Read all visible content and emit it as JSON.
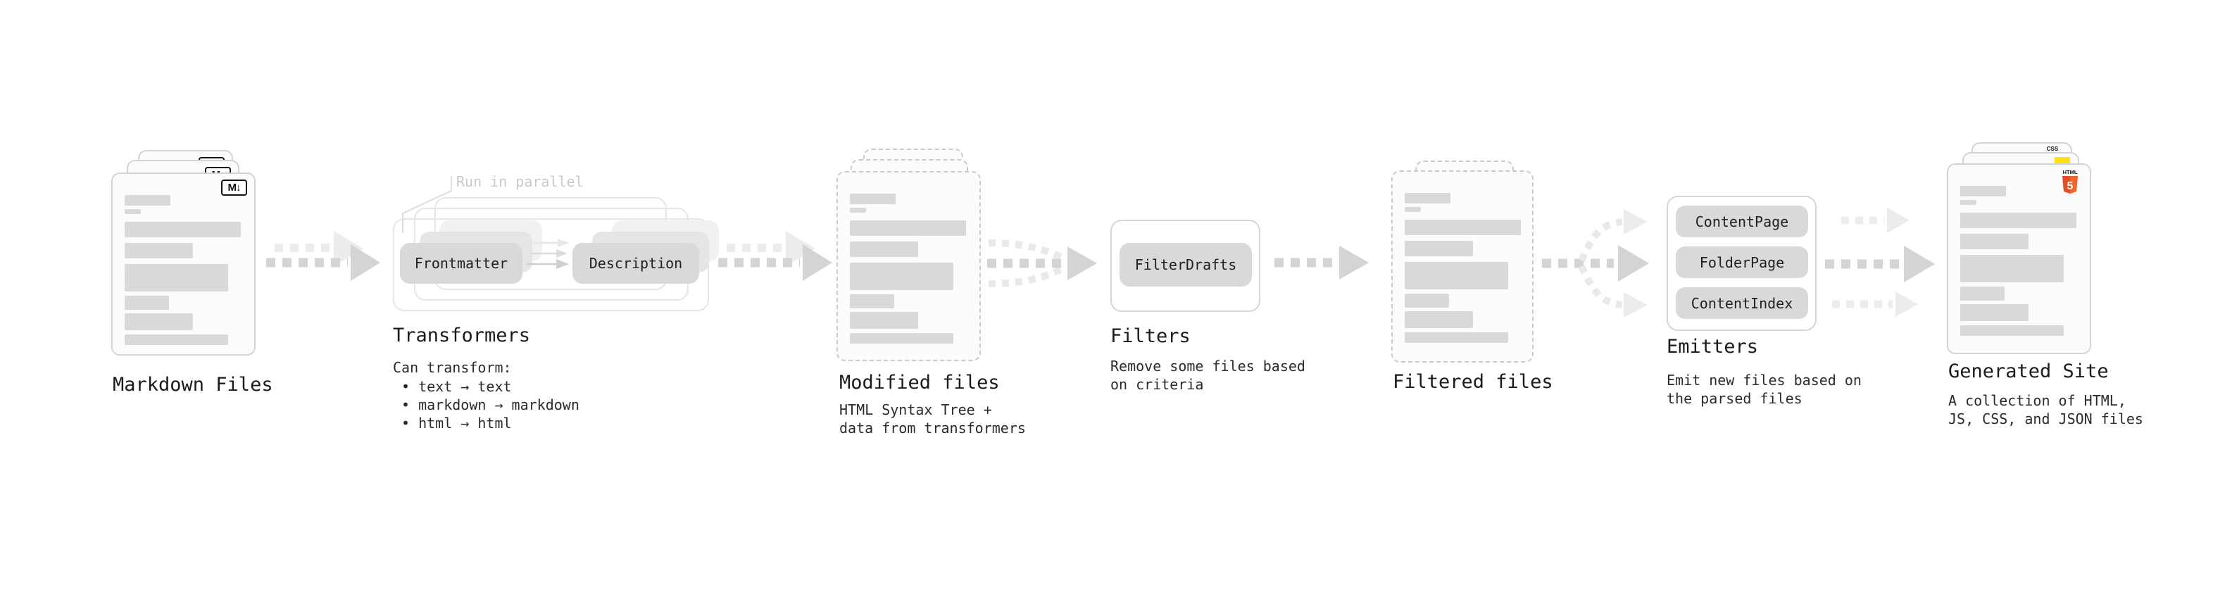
{
  "colors": {
    "background": "#ffffff",
    "card_fill": "#fbfbfb",
    "card_border": "#d4d4d4",
    "dashed_border": "#cbcbcb",
    "text_bar": "#d9d9d9",
    "pill_fill": "#d9d9d9",
    "arrow": "#d4d4d4",
    "arrow_ghost": "#ececec",
    "annotation_text": "#c9c9c9",
    "title_text": "#1b1b1b",
    "html5_orange_dark": "#e44d26",
    "html5_orange_light": "#f16529",
    "js_yellow": "#ffe013",
    "css_blue": "#2862e9"
  },
  "markdown": {
    "title": "Markdown Files",
    "badge": "M↓"
  },
  "transformers": {
    "annotation": "Run in parallel",
    "pill_left": "Frontmatter",
    "pill_right": "Description",
    "title": "Transformers",
    "caption": "Can transform:",
    "bullets": [
      "• text → text",
      "• markdown → markdown",
      "• html → html"
    ]
  },
  "modified": {
    "title": "Modified files",
    "subtitle": [
      "HTML Syntax Tree +",
      "data from transformers"
    ]
  },
  "filters": {
    "title": "Filters",
    "pill": "FilterDrafts",
    "subtitle": [
      "Remove some files based",
      "on criteria"
    ]
  },
  "filtered": {
    "title": "Filtered files"
  },
  "emitters": {
    "title": "Emitters",
    "pills": [
      "ContentPage",
      "FolderPage",
      "ContentIndex"
    ],
    "subtitle": [
      "Emit new files based on",
      "the parsed files"
    ]
  },
  "site": {
    "title": "Generated Site",
    "subtitle": [
      "A collection of HTML,",
      "JS, CSS, and JSON files"
    ],
    "css_badge": "CSS",
    "html_badge": "HTML",
    "html5_number": "5"
  }
}
